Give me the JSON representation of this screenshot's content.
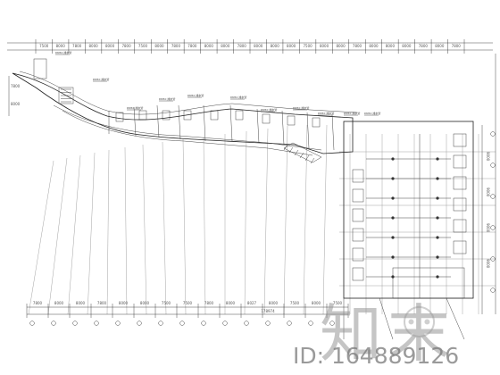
{
  "drawing": {
    "top_dimensions": [
      "7500",
      "8000",
      "7800",
      "8000",
      "8000",
      "7800",
      "7500",
      "8000",
      "7800",
      "7800",
      "8000",
      "8000",
      "7800",
      "8000",
      "8000",
      "8000",
      "7500",
      "8000",
      "8000",
      "7800",
      "8000",
      "8000",
      "8000",
      "7800",
      "8000",
      "7800"
    ],
    "bottom_dimensions": [
      "7800",
      "8000",
      "8000",
      "7800",
      "8000",
      "8000",
      "7500",
      "7500",
      "7800",
      "8000",
      "8027",
      "8000",
      "7500",
      "8000",
      "7500"
    ],
    "bottom_total": "178974",
    "right_dimensions": [
      "9000",
      "9000",
      "9000",
      "9000"
    ],
    "left_dimensions": [
      "7800",
      "8000"
    ],
    "room_note": "DN50 排水管",
    "room_note_count": 11,
    "watermark": {
      "chars": "知末",
      "id_label": "ID: 164889126"
    }
  }
}
